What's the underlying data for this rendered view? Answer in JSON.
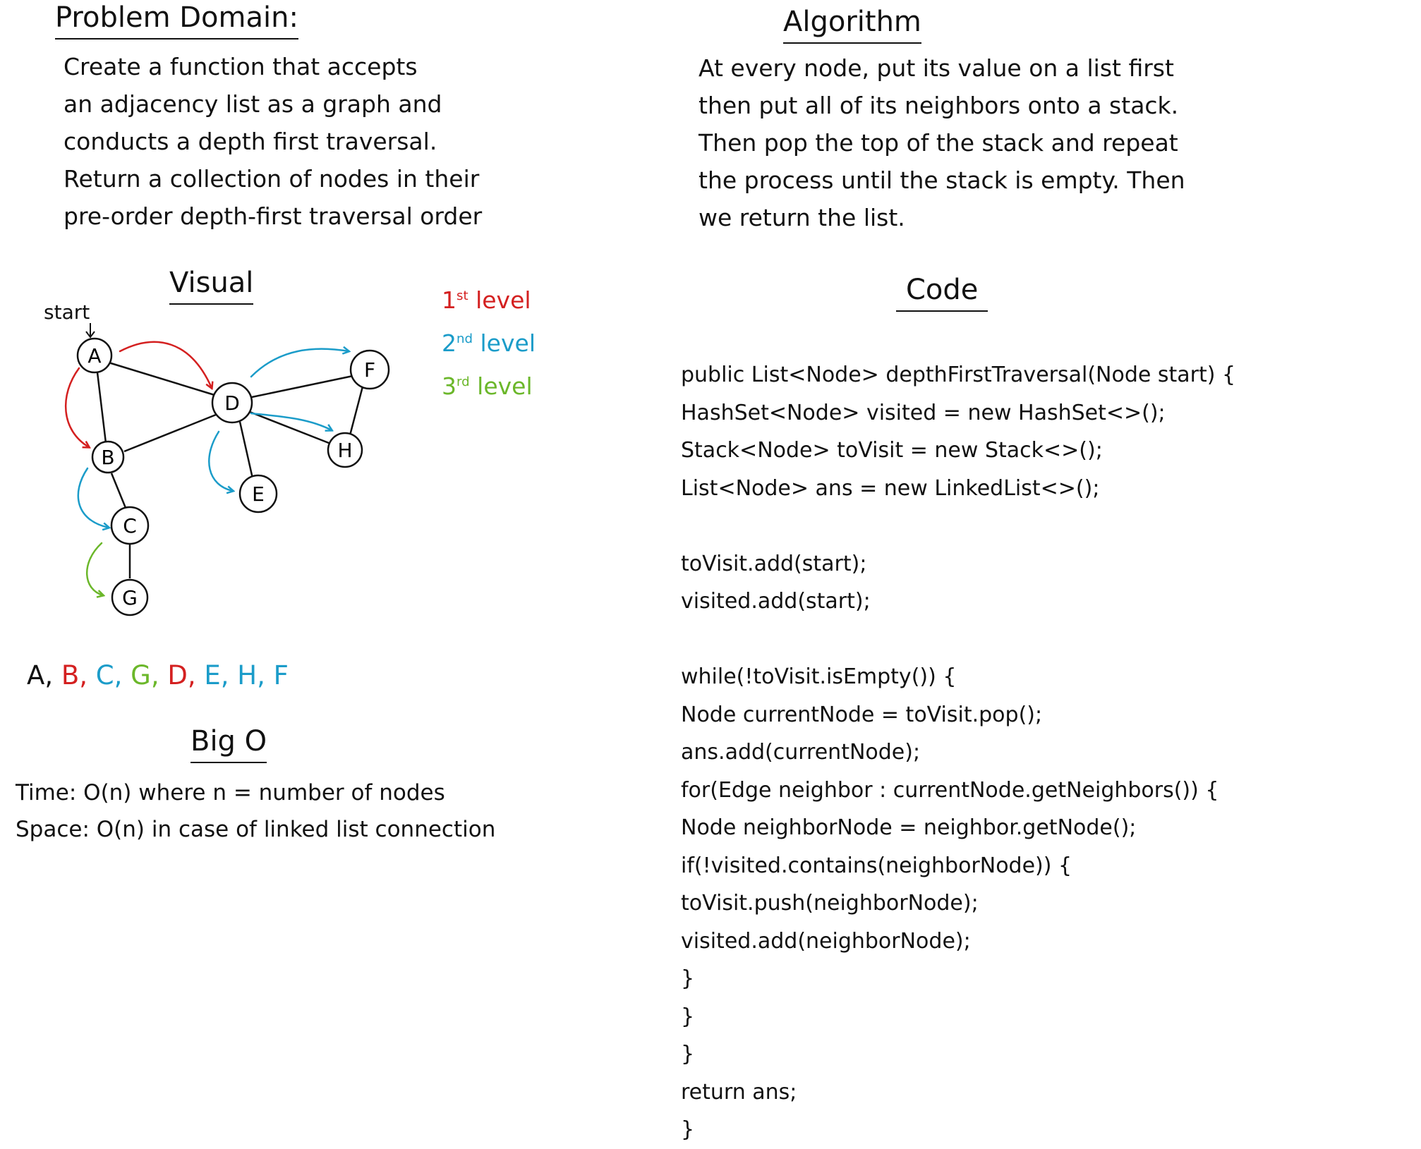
{
  "problem_domain": {
    "title": "Problem Domain:",
    "lines": [
      "Create a function that accepts",
      "an adjacency list as a graph and",
      "conducts a depth first traversal.",
      "Return a collection of nodes in their",
      "pre-order depth-first traversal order"
    ]
  },
  "algorithm": {
    "title": "Algorithm",
    "lines": [
      "At every node, put its value on a list first",
      "then put all of its neighbors onto a stack.",
      "Then pop the top of the stack and repeat",
      "the process until the stack is empty. Then",
      "we return the list."
    ]
  },
  "visual": {
    "title": "Visual",
    "start_label": "start",
    "nodes": [
      "A",
      "B",
      "C",
      "D",
      "E",
      "F",
      "G",
      "H"
    ],
    "legend": {
      "l1_num": "1",
      "l1_sup": "st",
      "l1_word": "level",
      "l2_num": "2",
      "l2_sup": "nd",
      "l2_word": "level",
      "l3_num": "3",
      "l3_sup": "rd",
      "l3_word": "level"
    },
    "colors": {
      "level1": "#d42020",
      "level2": "#1b9cc9",
      "level3": "#6bb72a",
      "ink": "#111111"
    }
  },
  "traversal": {
    "items": [
      {
        "t": "A",
        "c": "ink"
      },
      {
        "t": ", ",
        "c": "ink"
      },
      {
        "t": "B",
        "c": "level1"
      },
      {
        "t": ", ",
        "c": "level1"
      },
      {
        "t": "C",
        "c": "level2"
      },
      {
        "t": ", ",
        "c": "level2"
      },
      {
        "t": "G",
        "c": "level3"
      },
      {
        "t": ", ",
        "c": "level3"
      },
      {
        "t": "D",
        "c": "level1"
      },
      {
        "t": ", ",
        "c": "level1"
      },
      {
        "t": "E",
        "c": "level2"
      },
      {
        "t": ", ",
        "c": "level2"
      },
      {
        "t": "H",
        "c": "level2"
      },
      {
        "t": ", ",
        "c": "level2"
      },
      {
        "t": "F",
        "c": "level2"
      }
    ]
  },
  "big_o": {
    "title": "Big O",
    "lines": [
      "Time: O(n) where n = number of nodes",
      "Space: O(n) in case of linked list connection"
    ]
  },
  "code": {
    "title": "Code",
    "lines": [
      "public List<Node> depthFirstTraversal(Node start) {",
      "  HashSet<Node> visited = new HashSet<>();",
      "  Stack<Node> toVisit = new Stack<>();",
      "  List<Node> ans = new LinkedList<>();",
      "",
      "  toVisit.add(start);",
      "  visited.add(start);",
      "",
      "  while(!toVisit.isEmpty()) {",
      "    Node currentNode = toVisit.pop();",
      "    ans.add(currentNode);",
      "    for(Edge neighbor : currentNode.getNeighbors()) {",
      "      Node neighborNode = neighbor.getNode();",
      "      if(!visited.contains(neighborNode)) {",
      "        toVisit.push(neighborNode);",
      "        visited.add(neighborNode);",
      "      }",
      "    }",
      "  }",
      "  return ans;",
      "}"
    ]
  }
}
